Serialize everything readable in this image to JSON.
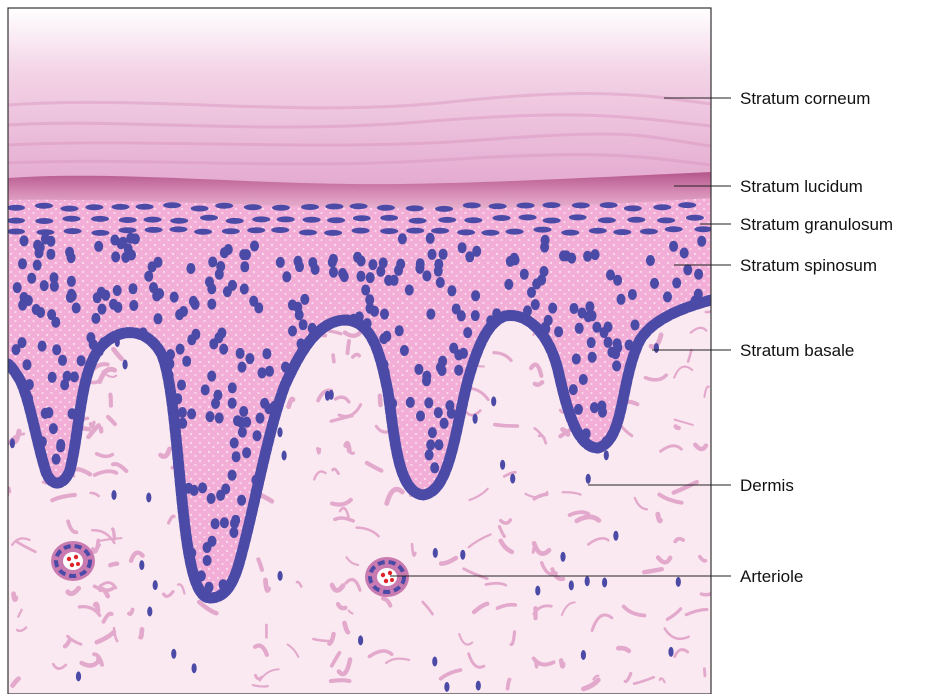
{
  "labels": {
    "stratum_corneum": "Stratum corneum",
    "stratum_lucidum": "Stratum lucidum",
    "stratum_granulosum": "Stratum granulosum",
    "stratum_spinosum": "Stratum spinosum",
    "stratum_basale": "Stratum basale",
    "dermis": "Dermis",
    "arteriole": "Arteriole"
  },
  "colors": {
    "corneum": "#e8b5d6",
    "lucidum": "#c9699f",
    "epidermis": "#f2aed6",
    "nucleus": "#4b4aa6",
    "dermis_bg": "#fbe9f1",
    "collagen": "#e3a9cc",
    "blood": "#e0232b"
  }
}
